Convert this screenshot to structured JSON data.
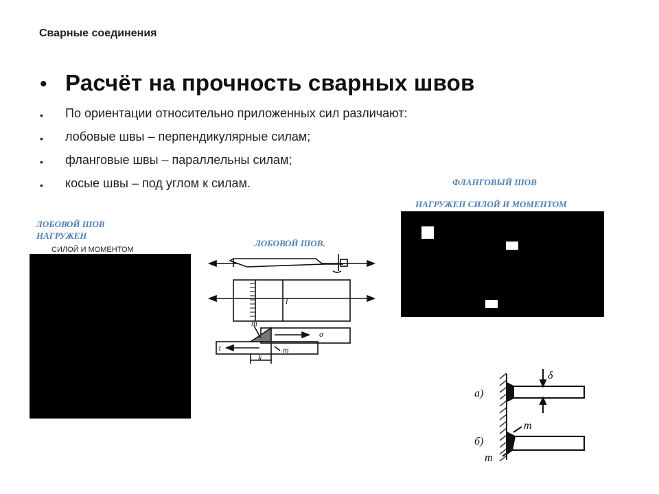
{
  "header": {
    "title": "Сварные соединения"
  },
  "main": {
    "title": "Расчёт на прочность  сварных швов",
    "bullets": [
      "По ориентации относительно приложенных сил различают:",
      "лобовые швы  – перпендикулярные силам;",
      "фланговые швы – параллельны силам;",
      "косые швы  – под углом к силам."
    ]
  },
  "captions": {
    "frontal_loaded_line1": "ЛОБОВОЙ ШОВ",
    "frontal_loaded_line2": "НАГРУЖЕН",
    "frontal_loaded_line3": "СИЛОЙ И МОМЕНТОМ",
    "frontal": "ЛОБОВОЙ ШОВ.",
    "flank_line1": "ФЛАНГОВЫЙ ШОВ",
    "flank_line2": "НАГРУЖЕН СИЛОЙ И МОМЕНТОМ"
  },
  "diagram_labels": {
    "m1": "m",
    "sigma": "σ",
    "tau": "τ",
    "m2": "m",
    "k": "k",
    "l": "l",
    "a": "a)",
    "b": "б)",
    "delta": "δ",
    "m3": "m",
    "m4": "m"
  }
}
